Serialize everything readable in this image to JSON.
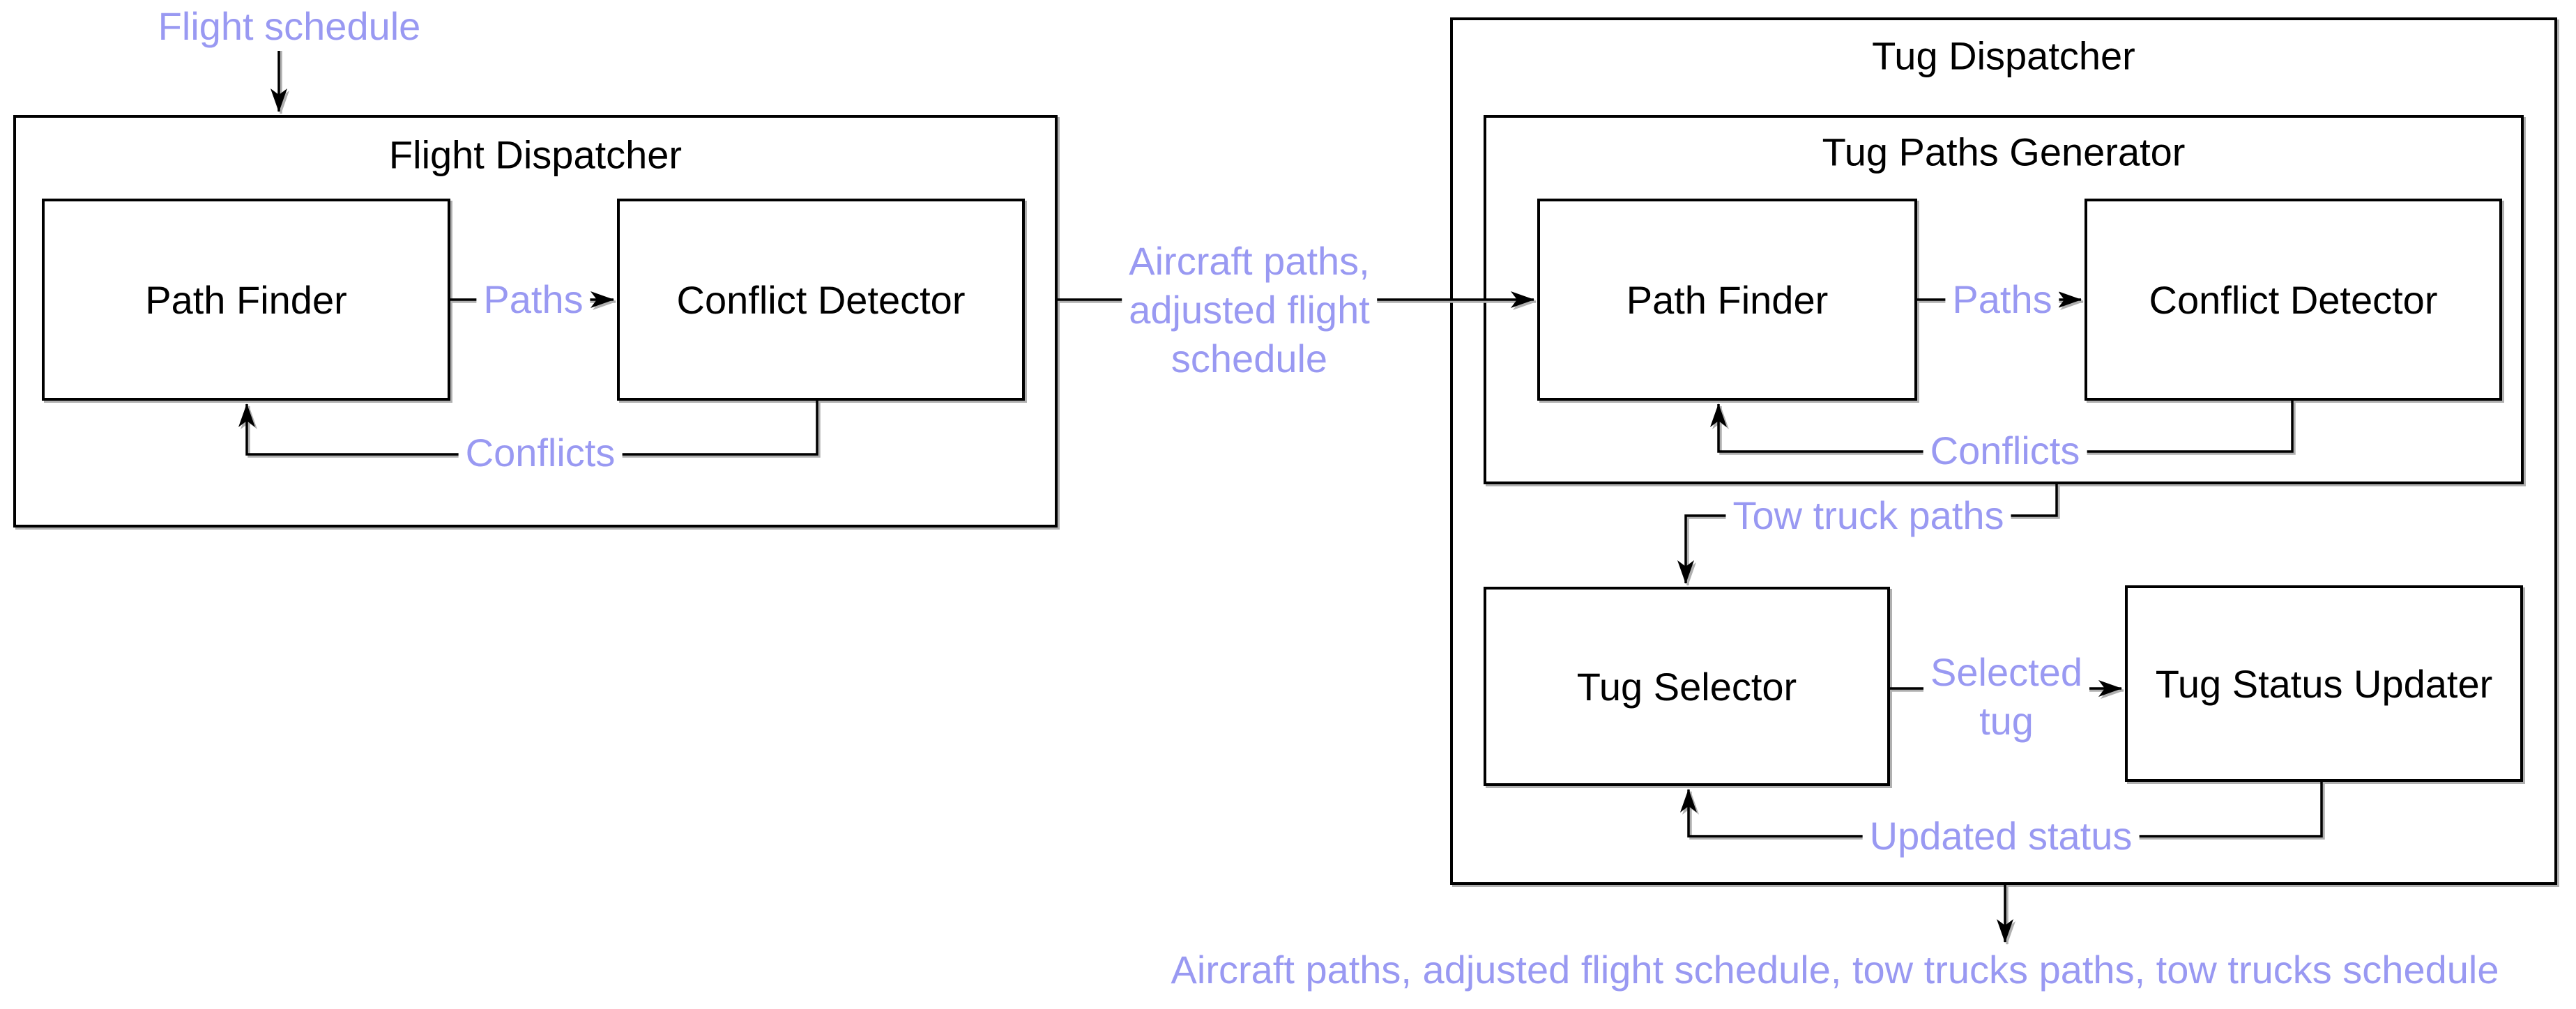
{
  "diagram": {
    "colors": {
      "flow_label": "#9999f2",
      "line": "#000000",
      "box_fill": "#ffffff",
      "shadow": "#b0b0b0"
    },
    "flight_dispatcher": {
      "title": "Flight Dispatcher",
      "path_finder": "Path Finder",
      "conflict_detector": "Conflict Detector"
    },
    "tug_dispatcher": {
      "title": "Tug Dispatcher",
      "tug_paths_generator": {
        "title": "Tug Paths Generator",
        "path_finder": "Path Finder",
        "conflict_detector": "Conflict Detector"
      },
      "tug_selector": "Tug Selector",
      "tug_status_updater": "Tug Status Updater"
    },
    "labels": {
      "flight_schedule": "Flight schedule",
      "paths_left": "Paths",
      "conflicts_left": "Conflicts",
      "aircraft_mid_line1": "Aircraft paths,",
      "aircraft_mid_line2": "adjusted flight",
      "aircraft_mid_line3": "schedule",
      "paths_right": "Paths",
      "conflicts_right": "Conflicts",
      "tow_truck_paths": "Tow truck paths",
      "selected_tug_line1": "Selected",
      "selected_tug_line2": "tug",
      "updated_status": "Updated status",
      "output": "Aircraft paths, adjusted flight schedule, tow trucks paths, tow trucks schedule"
    }
  }
}
